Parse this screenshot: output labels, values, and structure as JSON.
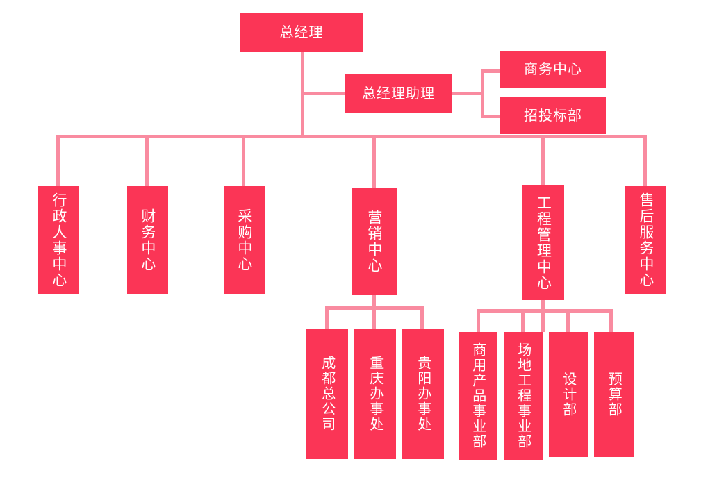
{
  "chart": {
    "type": "org-chart",
    "title": "",
    "theme": {
      "node_fill": "#fb3556",
      "node_text": "#ffffff",
      "connector": "#f98ba0",
      "background": "#ffffff"
    },
    "nodes": {
      "general_manager": "总经理",
      "gm_assistant": "总经理助理",
      "business_center": "商务中心",
      "bidding_dept": "招投标部",
      "admin_hr_center": "行政人事中心",
      "finance_center": "财务中心",
      "procurement_center": "采购中心",
      "marketing_center": "营销中心",
      "engineering_mgmt_center": "工程管理中心",
      "after_sales_center": "售后服务中心",
      "chengdu_hq": "成都总公司",
      "chongqing_office": "重庆办事处",
      "guiyang_office": "贵阳办事处",
      "commercial_product_div": "商用产品事业部",
      "site_engineering_div": "场地工程事业部",
      "design_dept": "设计部",
      "budget_dept": "预算部"
    }
  }
}
